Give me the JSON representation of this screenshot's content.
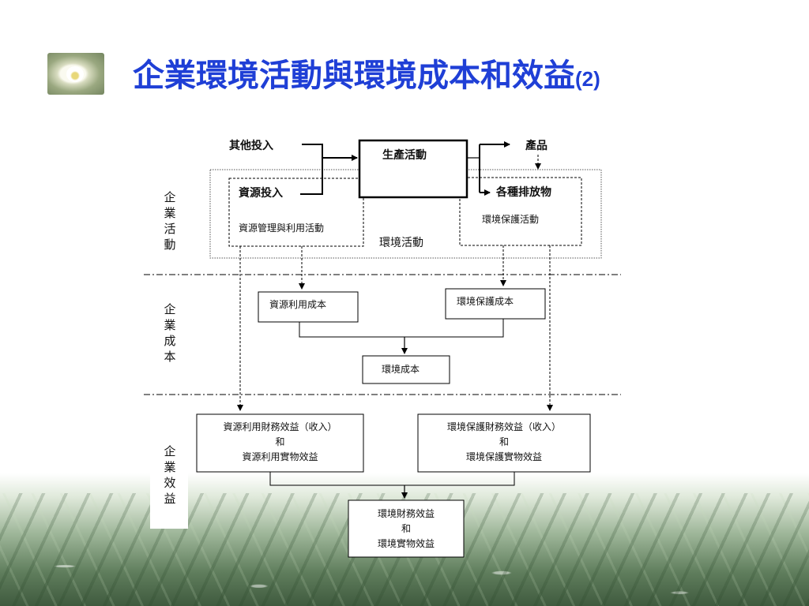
{
  "title": {
    "main": "企業環境活動與環境成本和效益",
    "suffix": "(2)"
  },
  "side_labels": {
    "activity": [
      "企",
      "業",
      "活",
      "動"
    ],
    "cost": [
      "企",
      "業",
      "成",
      "本"
    ],
    "benefit": [
      "企",
      "業",
      "效",
      "益"
    ]
  },
  "nodes": {
    "other_input": "其他投入",
    "production": "生產活動",
    "product": "產品",
    "resource_input": "資源投入",
    "resource_mgmt": "資源管理與利用活動",
    "emissions": "各種排放物",
    "env_protection_activity": "環境保護活動",
    "env_activity": "環境活動",
    "resource_cost": "資源利用成本",
    "env_protection_cost": "環境保護成本",
    "env_cost": "環境成本",
    "resource_benefit": {
      "line1": "資源利用財務效益（收入）",
      "line2": "和",
      "line3": "資源利用實物效益"
    },
    "env_protection_benefit": {
      "line1": "環境保護財務效益（收入）",
      "line2": "和",
      "line3": "環境保護實物效益"
    },
    "env_benefit": {
      "line1": "環境財務效益",
      "line2": "和",
      "line3": "環境實物效益"
    }
  },
  "icons": {
    "logo": "calla-lily-logo"
  },
  "colors": {
    "title": "#1f3fd6",
    "line": "#000000"
  }
}
